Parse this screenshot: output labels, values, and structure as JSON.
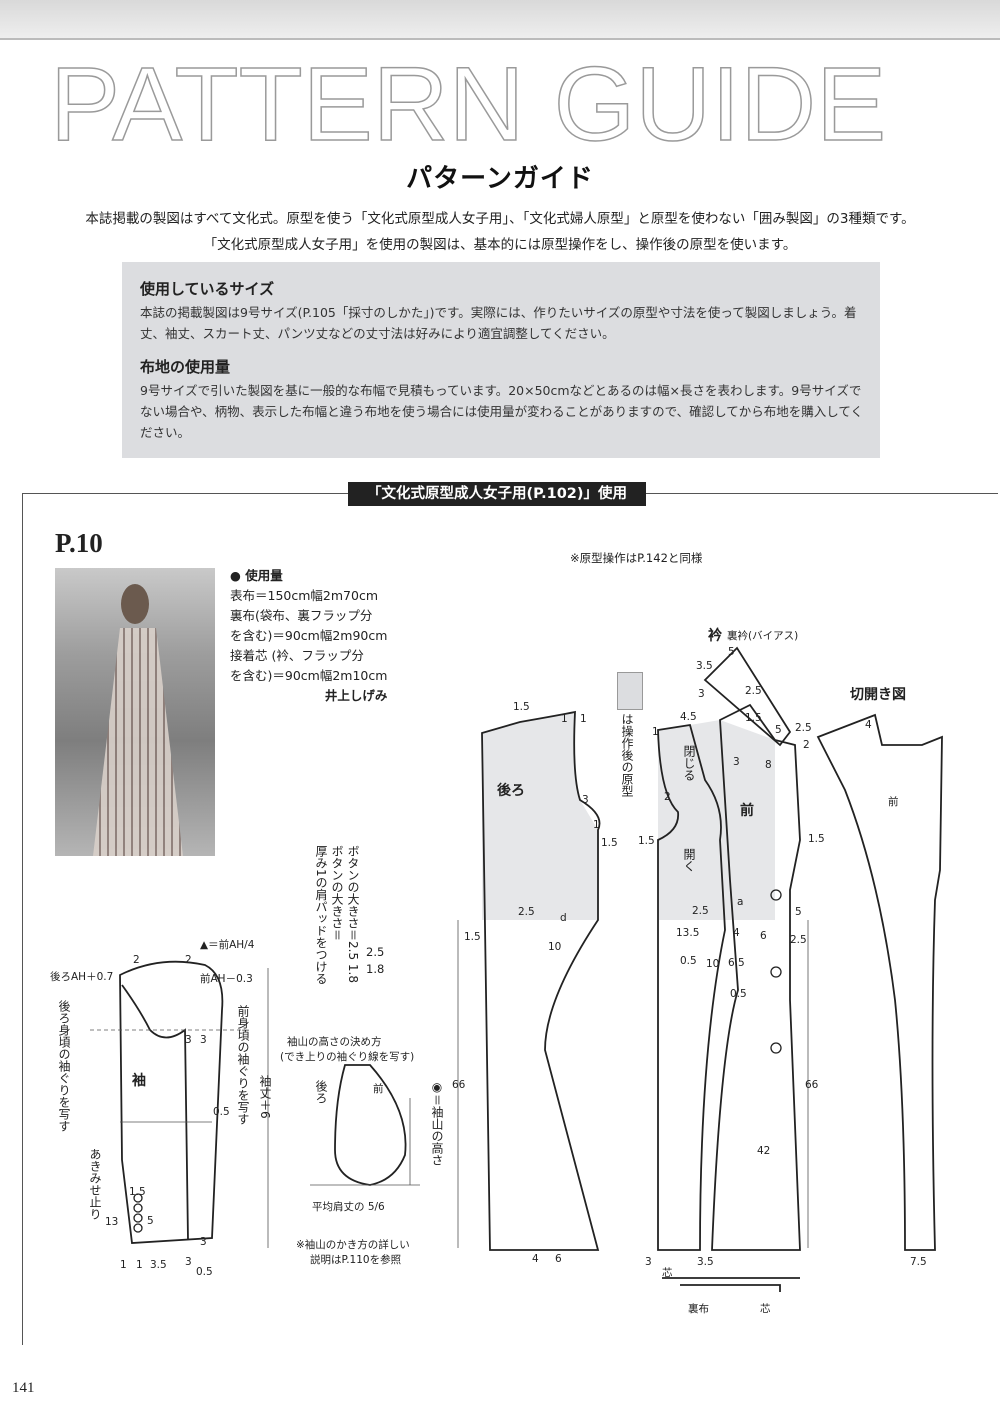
{
  "header": {
    "title": "PATTERN GUIDE",
    "subtitle": "パターンガイド"
  },
  "intro": {
    "line1": "本誌掲載の製図はすべて文化式。原型を使う「文化式原型成人女子用」、「文化式婦人原型」と原型を使わない「囲み製図」の3種類です。",
    "line2": "「文化式原型成人女子用」を使用の製図は、基本的には原型操作をし、操作後の原型を使います。"
  },
  "info": {
    "size_heading": "使用しているサイズ",
    "size_text": "本誌の掲載製図は9号サイズ(P.105「採寸のしかた」)です。実際には、作りたいサイズの原型や寸法を使って製図しましょう。着丈、袖丈、スカート丈、パンツ丈などの丈寸法は好みにより適宜調整してください。",
    "fabric_heading": "布地の使用量",
    "fabric_text": "9号サイズで引いた製図を基に一般的な布幅で見積もっています。20×50cmなどとあるのは幅×長さを表わします。9号サイズでない場合や、柄物、表示した布幅と違う布地を使う場合には使用量が変わることがありますので、確認してから布地を購入してください。"
  },
  "section": {
    "label": "「文化式原型成人女子用(P.102)」使用",
    "page_ref": "P.10",
    "note_operation": "※原型操作はP.142と同様",
    "materials": {
      "heading": "● 使用量",
      "lines": [
        "表布＝150cm幅2m70cm",
        "裏布(袋布、裏フラップ分",
        "を含む)＝90cm幅2m90cm",
        "接着芯 (衿、フラップ分",
        "を含む)＝90cm幅2m10cm"
      ],
      "author": "井上しげみ"
    },
    "button_note": "ボタンの大きさ＝2.5 1.8",
    "button_note_v1": "ボタンの大きさ＝",
    "button_note_v2": "厚み1の肩パッドをつける",
    "button_sizes": [
      "2.5",
      "1.8"
    ],
    "legend_text": "は操作後の原型",
    "sleeve": {
      "label": "袖",
      "triangle_formula": "▲＝前AH/4",
      "back_ah": "後ろAH＋0.7",
      "front_ah": "前AH－0.3",
      "back_copy": "後ろ身頃の袖ぐりを写す",
      "front_copy": "前身頃の袖ぐりを写す",
      "length": "袖丈＋6",
      "vent": "あきみせ止り",
      "numbers": [
        "2",
        "2",
        "3",
        "3",
        "0.5",
        "1.5",
        "5",
        "13",
        "1",
        "1",
        "3.5",
        "3",
        "0.5",
        "3"
      ]
    },
    "cap_height": {
      "title1": "袖山の高さの決め方",
      "title2": "(でき上りの袖ぐり線を写す)",
      "back": "後ろ",
      "front": "前",
      "height_label": "◉＝袖山の高さ",
      "shoulder": "平均肩丈の 5/6",
      "note1": "※袖山のかき方の詳しい",
      "note2": "説明はP.110を参照"
    },
    "back_body": {
      "label": "後ろ",
      "numbers": [
        "1.5",
        "1",
        "1",
        "3",
        "1",
        "1.5",
        "2.5",
        "d",
        "10",
        "1.5",
        "66",
        "4",
        "6"
      ]
    },
    "front_body": {
      "label": "前",
      "close": "閉じる",
      "open": "開く",
      "numbers": [
        "4.5",
        "2",
        "1",
        "1.5",
        "3",
        "8",
        "1.5",
        "a",
        "2.5",
        "4",
        "6",
        "5",
        "2.5",
        "13.5",
        "0.5",
        "10",
        "6.5",
        "0.5",
        "42",
        "3",
        "3.5",
        "66"
      ]
    },
    "collar": {
      "label": "衿",
      "sub": "裏衿(バイアス)",
      "numbers": [
        "5",
        "3.5",
        "3",
        "2.5",
        "1.5",
        "5",
        "2.5",
        "2"
      ]
    },
    "slash_view": {
      "label": "切開き図",
      "front": "前",
      "numbers": [
        "4",
        "7.5"
      ]
    },
    "pocket": {
      "interfacing1": "芯",
      "lining": "裏布",
      "interfacing2": "芯"
    }
  },
  "page_number": "141",
  "colors": {
    "shade": "#dcdde0",
    "label_bg": "#222222",
    "title_outline": "#9a9a9a"
  }
}
